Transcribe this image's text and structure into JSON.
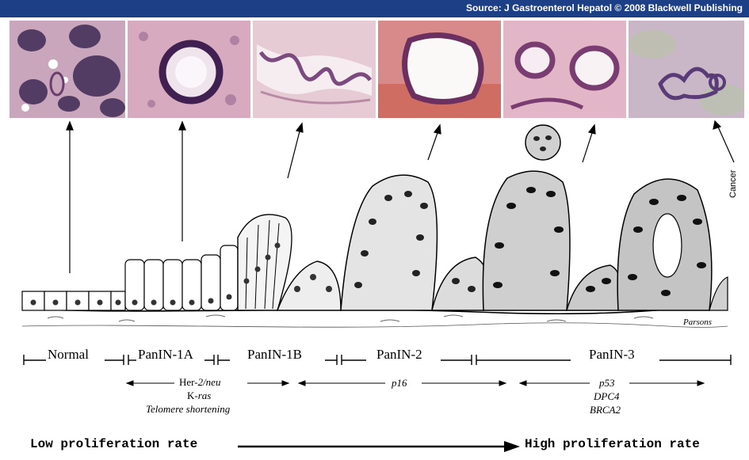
{
  "header": {
    "source": "Source: J Gastroenterol Hepatol © 2008 Blackwell Publishing"
  },
  "micrographs": [
    {
      "stage": "Normal"
    },
    {
      "stage": "PanIN-1A"
    },
    {
      "stage": "PanIN-1B"
    },
    {
      "stage": "PanIN-2"
    },
    {
      "stage": "PanIN-3"
    },
    {
      "stage": "Cancer"
    }
  ],
  "labels": {
    "cancer": "Cancer",
    "signature": "Parsons"
  },
  "stages": [
    "Normal",
    "PanIN-1A",
    "PanIN-1B",
    "PanIN-2",
    "PanIN-3"
  ],
  "genes": {
    "early": {
      "her2_prefix": "Her-",
      "her2_italic": "2/neu",
      "kras_prefix": "K-",
      "kras_italic": "ras",
      "telomere": "Telomere shortening"
    },
    "mid": {
      "p16": "p16"
    },
    "late": {
      "p53": "p53",
      "dpc4": "DPC4",
      "brca2": "BRCA2"
    }
  },
  "proliferation": {
    "low": "Low proliferation rate",
    "high": "High proliferation rate"
  },
  "colors": {
    "header_bg": "#1d3f86",
    "he_pink": "#d9a3b8",
    "he_purple": "#5b3a78"
  }
}
